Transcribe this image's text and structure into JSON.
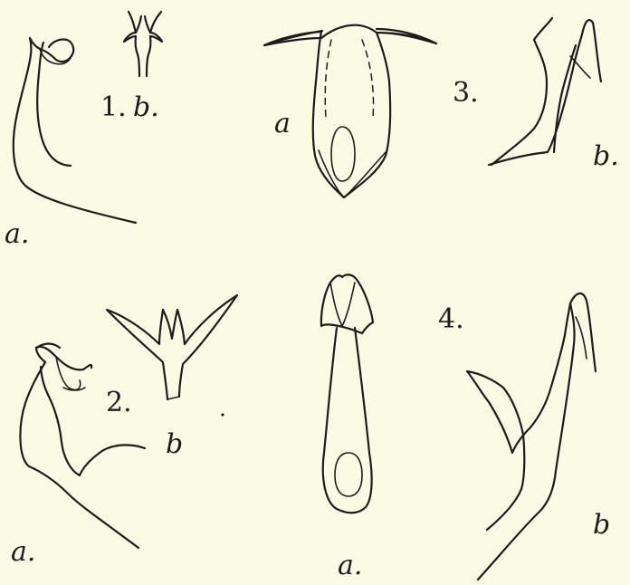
{
  "figures": [
    {
      "number": "1.",
      "parts": [
        "a.",
        "b."
      ]
    },
    {
      "number": "2.",
      "parts": [
        "a.",
        "b"
      ]
    },
    {
      "number": "3.",
      "parts": [
        "a",
        "b."
      ]
    },
    {
      "number": "4.",
      "parts": [
        "a.",
        "b"
      ]
    }
  ],
  "ink_color": "#1c1c1c",
  "paper_color": "#fbfbe5"
}
